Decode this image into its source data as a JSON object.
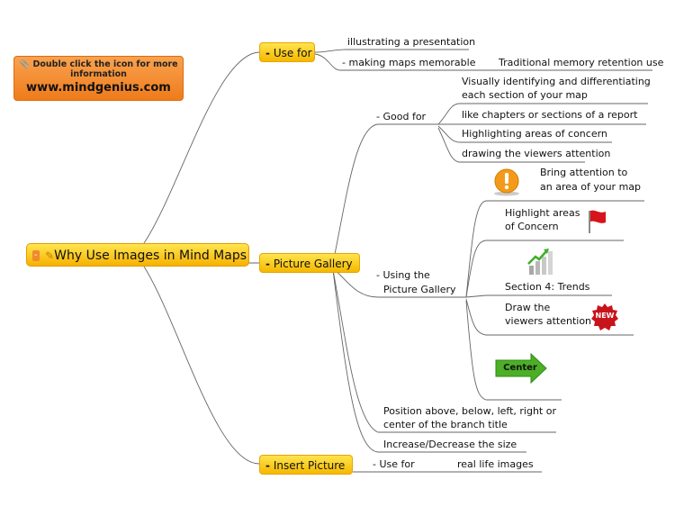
{
  "badge": {
    "line1": "Double click the icon for more",
    "line2": "information",
    "url": "www.mindgenius.com"
  },
  "root": {
    "collapse": "-",
    "title": "Why Use Images in Mind Maps"
  },
  "branches": {
    "use_for": {
      "label": "Use for",
      "children": {
        "illustrating": "illustrating a presentation",
        "memorable": "making maps memorable",
        "memorable_child": "Traditional memory retention use"
      }
    },
    "picture_gallery": {
      "label": "Picture Gallery",
      "good_for": {
        "label": "Good for",
        "items": [
          "Visually identifying and differentiating",
          "each section of your map",
          "like chapters or sections of a report",
          "Highlighting areas of concern",
          "drawing the viewers attention"
        ]
      },
      "using": {
        "label_line1": "Using the",
        "label_line2": "Picture Gallery",
        "items": {
          "bring_1": "Bring attention to",
          "bring_2": "an area of your map",
          "highlight_1": "Highlight areas",
          "highlight_2": "of Concern",
          "trends": "Section 4: Trends",
          "draw_1": "Draw the",
          "draw_2": "viewers attention",
          "new_badge": "NEW",
          "center_arrow": "Center"
        }
      },
      "position_1": "Position above, below, left, right or",
      "position_2": "center of the branch title",
      "resize": "Increase/Decrease the size"
    },
    "insert_picture": {
      "label": "Insert Picture",
      "use_for": "Use for",
      "real_life": "real life images"
    }
  },
  "dash": "-",
  "colors": {
    "node_fill": "#fcd21f",
    "badge_fill": "#f28a2e",
    "line": "#666666",
    "warning": "#f39a1a",
    "flag": "#d6141c",
    "arrow": "#4caf26"
  },
  "icons": [
    "paperclip-icon",
    "pencil-icon",
    "warning-icon",
    "flag-icon",
    "bar-chart-icon",
    "new-badge-icon",
    "center-arrow-icon"
  ]
}
